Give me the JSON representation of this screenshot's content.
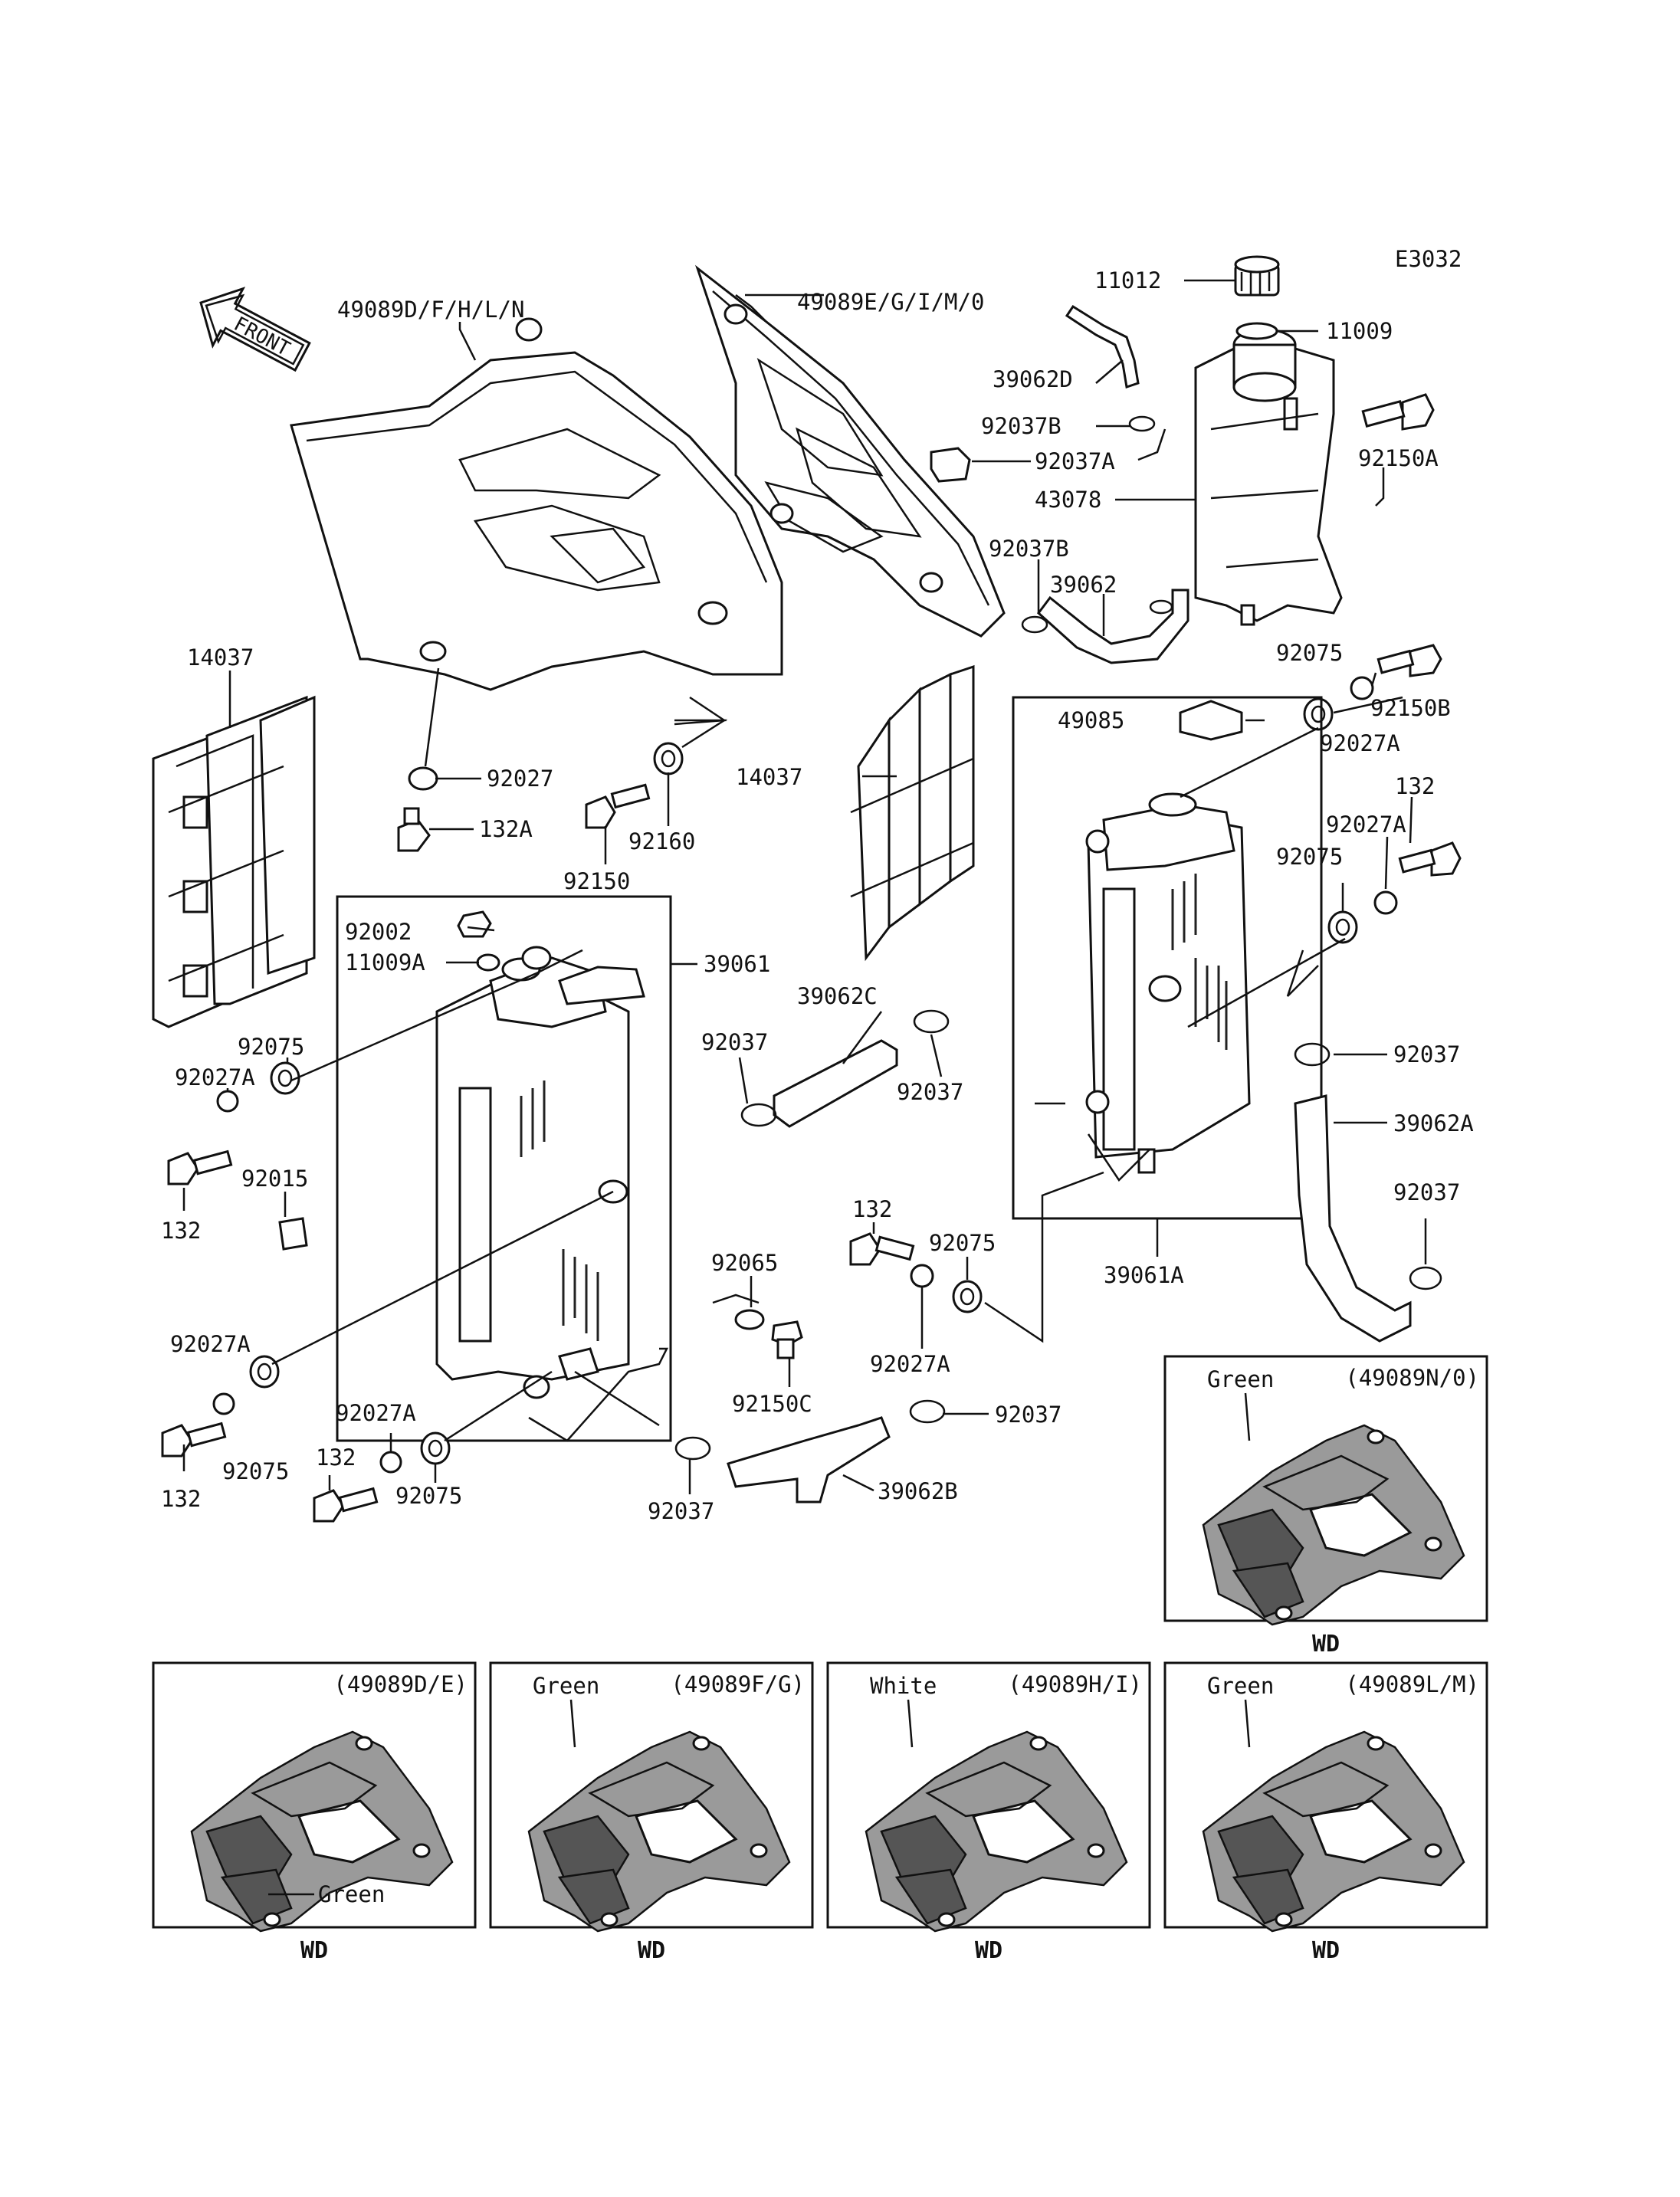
{
  "diagram_code": "E3032",
  "front_label": "FRONT",
  "parts": {
    "p11012": "11012",
    "p11009": "11009",
    "p39062D": "39062D",
    "p92037B_top": "92037B",
    "p92037A": "92037A",
    "p43078": "43078",
    "p92150A": "92150A",
    "p92037B_mid": "92037B",
    "p39062": "39062",
    "p49089_left": "49089D/F/H/L/N",
    "p49089_right": "49089E/G/I/M/0",
    "p14037_left": "14037",
    "p14037_mid": "14037",
    "p92027": "92027",
    "p132A": "132A",
    "p92160": "92160",
    "p92150": "92150",
    "p92002": "92002",
    "p11009A": "11009A",
    "p39061": "39061",
    "p39062C": "39062C",
    "p92037_c1": "92037",
    "p92037_c2": "92037",
    "p92075_r1": "92075",
    "p92150B": "92150B",
    "p92027A_r1": "92027A",
    "p49085": "49085",
    "p132_r": "132",
    "p92027A_r2": "92027A",
    "p92075_r2": "92075",
    "p92037_r1": "92037",
    "p39062A": "39062A",
    "p92037_r2": "92037",
    "p39061A": "39061A",
    "p92075_l1": "92075",
    "p92027A_l1": "92027A",
    "p92015": "92015",
    "p132_l1": "132",
    "p92065": "92065",
    "p132_c": "132",
    "p92075_c": "92075",
    "p92027A_c": "92027A",
    "p92150C": "92150C",
    "p92037_c3": "92037",
    "p92027A_l2": "92027A",
    "p92075_l2": "92075",
    "p132_l2": "132",
    "p92027A_l3": "92027A",
    "p132_l3": "132",
    "p92075_l3": "92075",
    "p92037_b": "92037",
    "p39062B": "39062B"
  },
  "variants": [
    {
      "code": "(49089N/0)",
      "color": "Green",
      "caption": "WD"
    },
    {
      "code": "(49089D/E)",
      "color": "Green",
      "caption": "WD"
    },
    {
      "code": "(49089F/G)",
      "color": "Green",
      "caption": "WD"
    },
    {
      "code": "(49089H/I)",
      "color": "White",
      "caption": "WD"
    },
    {
      "code": "(49089L/M)",
      "color": "Green",
      "caption": "WD"
    }
  ]
}
